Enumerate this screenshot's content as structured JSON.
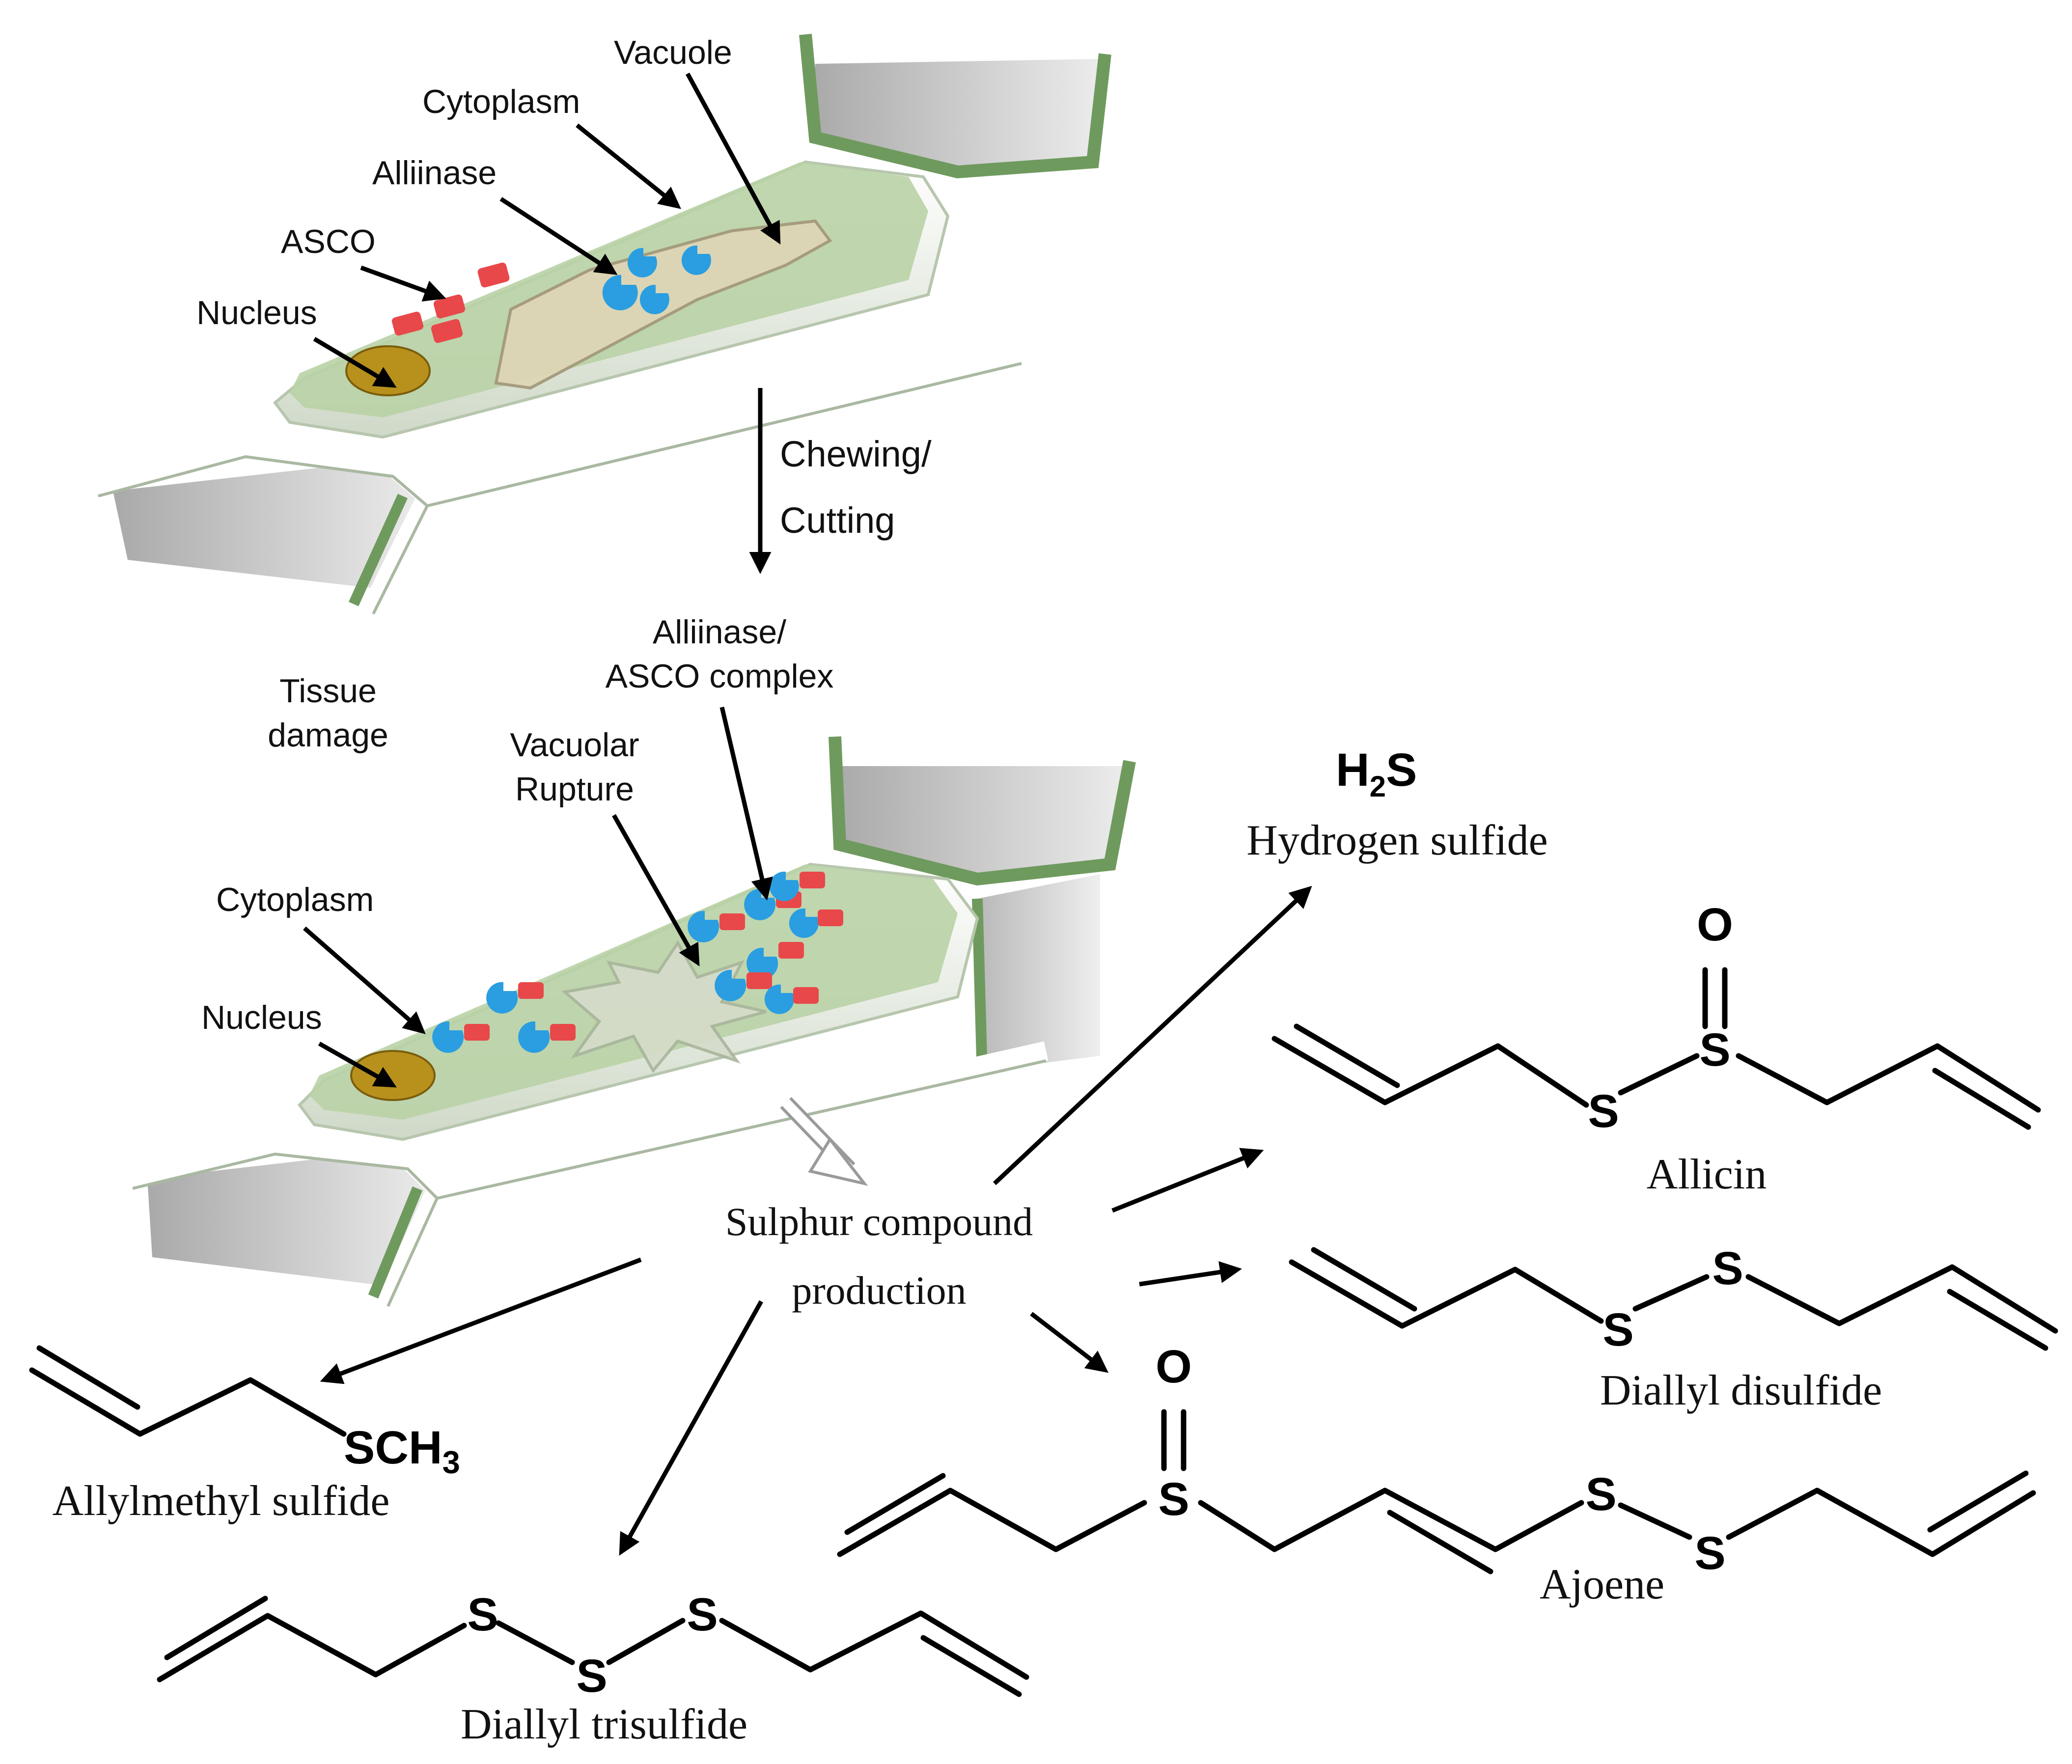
{
  "intact_cell": {
    "labels": {
      "vacuole": "Vacuole",
      "cytoplasm": "Cytoplasm",
      "alliinase": "Alliinase",
      "asco": "ASCO",
      "nucleus": "Nucleus"
    }
  },
  "process": {
    "step_line1": "Chewing/",
    "step_line2": "Cutting",
    "tissue_damage_line1": "Tissue",
    "tissue_damage_line2": "damage"
  },
  "damaged_cell": {
    "labels": {
      "complex_line1": "Alliinase/",
      "complex_line2": "ASCO complex",
      "rupture_line1": "Vacuolar",
      "rupture_line2": "Rupture",
      "cytoplasm": "Cytoplasm",
      "nucleus": "Nucleus"
    }
  },
  "center": {
    "line1": "Sulphur compound",
    "line2": "production"
  },
  "compounds": {
    "h2s": {
      "formula_h": "H",
      "formula_sub": "2",
      "formula_s": "S",
      "name": "Hydrogen sulfide"
    },
    "allicin": {
      "name": "Allicin",
      "atom_o": "O",
      "atom_s1": "S",
      "atom_s2": "S"
    },
    "diallyl_disulfide": {
      "name": "Diallyl disulfide",
      "atom_s1": "S",
      "atom_s2": "S"
    },
    "ajoene": {
      "name": "Ajoene",
      "atom_o": "O",
      "atom_s1": "S",
      "atom_s2": "S",
      "atom_s3": "S"
    },
    "allylmethyl_sulfide": {
      "name": "Allylmethyl sulfide",
      "group_main": "SCH",
      "group_sub": "3"
    },
    "diallyl_trisulfide": {
      "name": "Diallyl trisulfide",
      "atom_s1": "S",
      "atom_s2": "S",
      "atom_s3": "S"
    }
  },
  "colors": {
    "cytoplasm_fill": "#b9d1a6",
    "cell_wall": "#6f9a5e",
    "vacuole_fill": "#ded6b6",
    "alliinase": "#2a9ee0",
    "asco": "#e8484a",
    "nucleus": "#b8901c"
  }
}
